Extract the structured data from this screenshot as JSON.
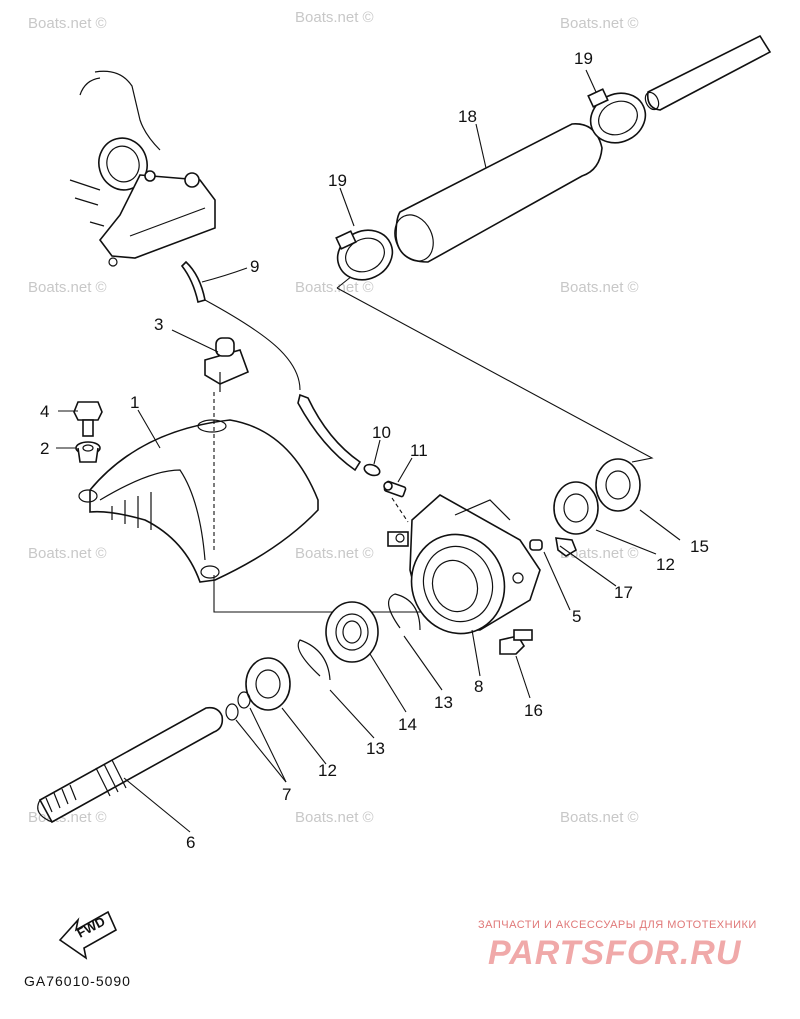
{
  "watermark": "Boats.net ©",
  "callouts": {
    "n1": "1",
    "n2": "2",
    "n3": "3",
    "n4": "4",
    "n5": "5",
    "n6": "6",
    "n7": "7",
    "n8": "8",
    "n9": "9",
    "n10": "10",
    "n11": "11",
    "n12a": "12",
    "n12b": "12",
    "n13a": "13",
    "n13b": "13",
    "n14": "14",
    "n15": "15",
    "n16": "16",
    "n17": "17",
    "n18": "18",
    "n19a": "19",
    "n19b": "19"
  },
  "direction_label": "FWD",
  "diagram_code": "GA76010-5090",
  "brand": {
    "tagline": "ЗАПЧАСТИ И АКСЕССУАРЫ ДЛЯ МОТОТЕХНИКИ",
    "logo_text": "PARTSFOR.RU"
  }
}
